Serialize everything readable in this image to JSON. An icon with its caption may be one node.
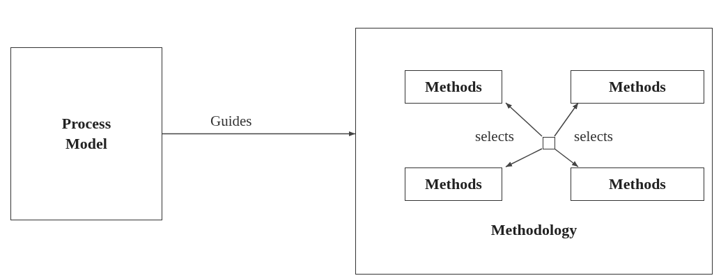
{
  "diagram": {
    "nodes": [
      {
        "text": [
          "Process Model"
        ]
      },
      {
        "text": [
          "Methodology"
        ]
      },
      {
        "text": [
          "Methods"
        ],
        "in": 1
      },
      {
        "text": [
          "Methods"
        ],
        "in": 1
      },
      {
        "text": [
          "Methods"
        ],
        "in": 1
      },
      {
        "text": [
          "Methods"
        ],
        "in": 1
      },
      {
        "text": [],
        "shape": "box",
        "in": 1
      }
    ],
    "edges": [
      {
        "from": 0,
        "to": 1,
        "arrow": "to",
        "label": "Guides"
      },
      {
        "from": 6,
        "to": 2,
        "arrow": "to"
      },
      {
        "from": 6,
        "to": 3,
        "arrow": "to"
      },
      {
        "from": 6,
        "to": 4,
        "arrow": "to"
      },
      {
        "from": 6,
        "to": 5,
        "arrow": "to"
      }
    ],
    "labels": [
      "selects",
      "selects"
    ]
  }
}
